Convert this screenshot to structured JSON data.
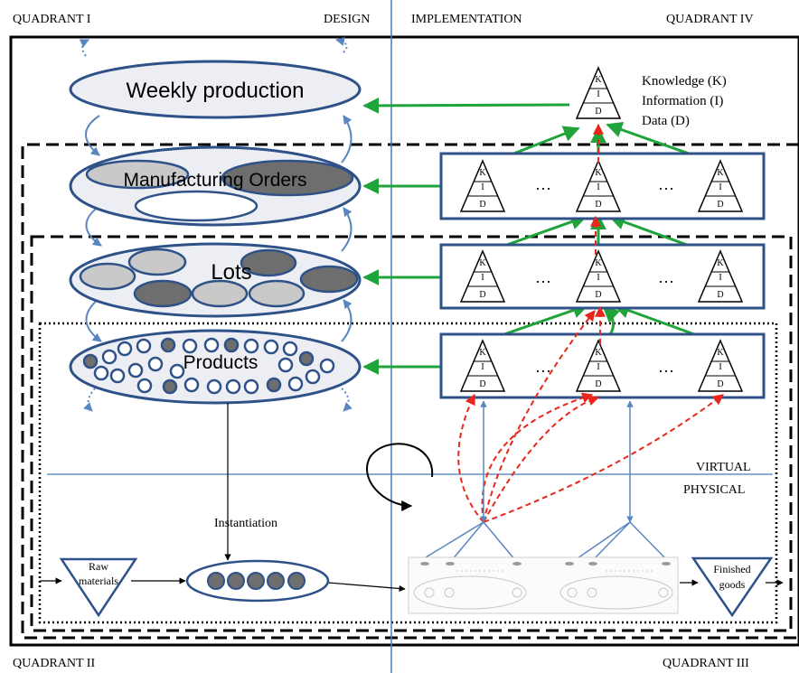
{
  "quadrants": {
    "q1": "QUADRANT I",
    "q2": "QUADRANT II",
    "q3": "QUADRANT III",
    "q4": "QUADRANT IV"
  },
  "phases": {
    "design": "DESIGN",
    "implementation": "IMPLEMENTATION"
  },
  "layers": {
    "virtual": "VIRTUAL",
    "physical": "PHYSICAL"
  },
  "levels": {
    "weekly": "Weekly production",
    "orders": "Manufacturing Orders",
    "lots": "Lots",
    "products": "Products"
  },
  "legend": {
    "knowledge": "Knowledge (K)",
    "information": "Information (I)",
    "data": "Data (D)"
  },
  "pyramid": {
    "k": "K",
    "i": "I",
    "d": "D"
  },
  "ellipsis": "…",
  "process": {
    "instantiation": "Instantiation",
    "raw_line1": "Raw",
    "raw_line2": "materials",
    "finished_line1": "Finished",
    "finished_line2": "goods"
  },
  "colors": {
    "green_arrow": "#1fa33a",
    "red_dashed": "#e8261c",
    "blue_link": "#5a86c0",
    "ellipse_stroke": "#2e5288",
    "ellipse_fill": "#eceef3",
    "dark_fill": "#6e6e6e",
    "light_fill": "#c9c9c9"
  }
}
